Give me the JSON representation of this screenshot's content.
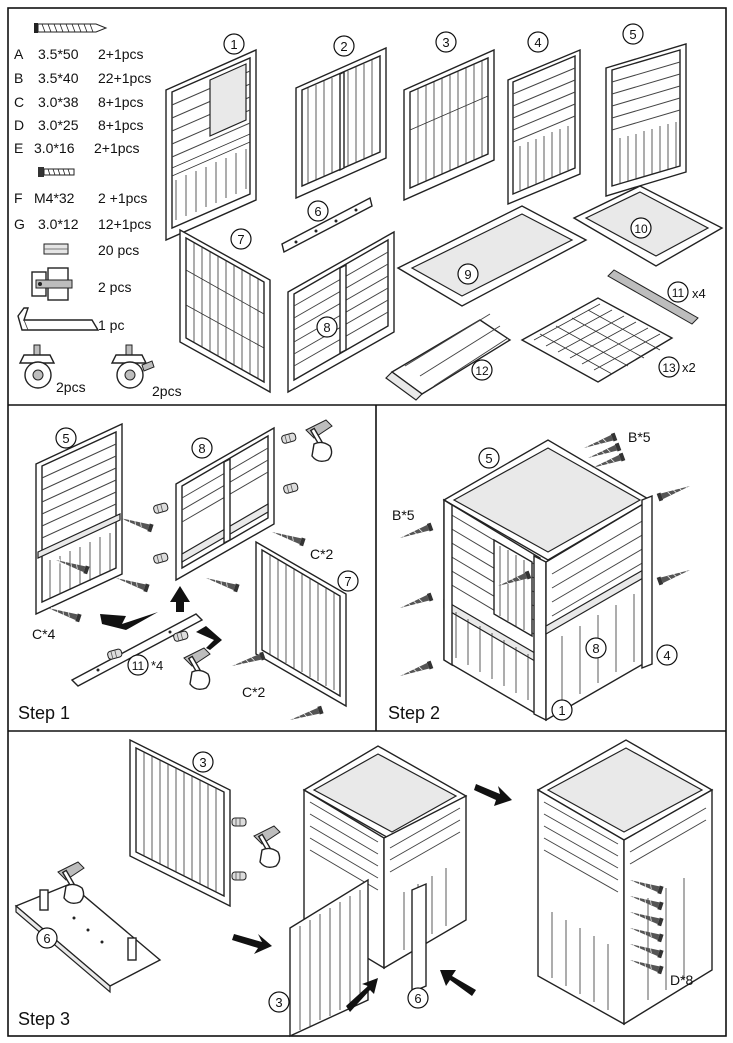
{
  "hardware": {
    "screws": [
      {
        "id": "A",
        "size": "3.5*50",
        "qty": "2+1pcs"
      },
      {
        "id": "B",
        "size": "3.5*40",
        "qty": "22+1pcs"
      },
      {
        "id": "C",
        "size": "3.0*38",
        "qty": "8+1pcs"
      },
      {
        "id": "D",
        "size": "3.0*25",
        "qty": "8+1pcs"
      },
      {
        "id": "E",
        "size": "3.0*16",
        "qty": "2+1pcs"
      }
    ],
    "bolts": [
      {
        "id": "F",
        "size": "M4*32",
        "qty": "2 +1pcs"
      },
      {
        "id": "G",
        "size": "3.0*12",
        "qty": "12+1pcs"
      }
    ],
    "dowels_qty": "20 pcs",
    "latch_qty": "2   pcs",
    "bracket_qty": "1   pc",
    "caster_qty_a": "2pcs",
    "caster_qty_b": "2pcs"
  },
  "parts": {
    "p1": "1",
    "p2": "2",
    "p3": "3",
    "p4": "4",
    "p5": "5",
    "p6": "6",
    "p7": "7",
    "p8": "8",
    "p9": "9",
    "p10": "10",
    "p11": "11",
    "p11_qty": "x4",
    "p12": "12",
    "p13": "13",
    "p13_qty": "x2"
  },
  "step1": {
    "title": "Step 1",
    "labels": {
      "n5": "5",
      "n8": "8",
      "n7": "7",
      "n11": "11",
      "n11_qty": "*4"
    },
    "screw_c4": "C*4",
    "screw_c2a": "C*2",
    "screw_c2b": "C*2"
  },
  "step2": {
    "title": "Step 2",
    "labels": {
      "n5": "5",
      "n8": "8",
      "n4": "4",
      "n1": "1"
    },
    "screw_b5a": "B*5",
    "screw_b5b": "B*5"
  },
  "step3": {
    "title": "Step 3",
    "labels": {
      "n3a": "3",
      "n6a": "6",
      "n3b": "3",
      "n6b": "6"
    },
    "screw_d8": "D*8"
  }
}
